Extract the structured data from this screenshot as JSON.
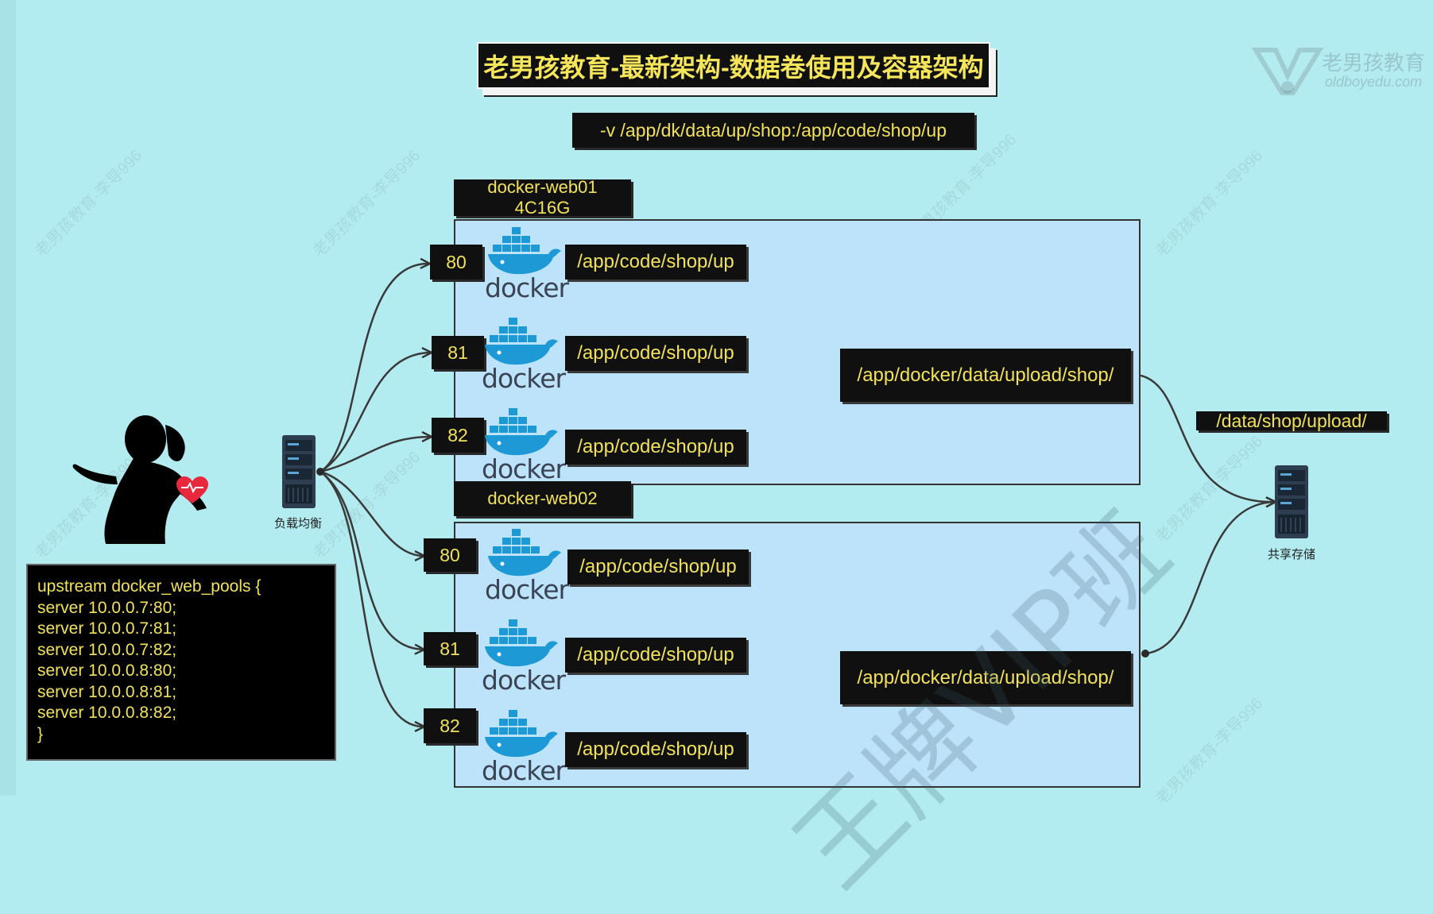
{
  "title": "老男孩教育-最新架构-数据卷使用及容器架构",
  "volume_flag": "-v  /app/dk/data/up/shop:/app/code/shop/up",
  "hosts": [
    {
      "name": "docker-web01",
      "spec": "4C16G",
      "containers": [
        {
          "port": "80",
          "path": "/app/code/shop/up"
        },
        {
          "port": "81",
          "path": "/app/code/shop/up"
        },
        {
          "port": "82",
          "path": "/app/code/shop/up"
        }
      ],
      "shared_dir": "/app/docker/data/upload/shop/"
    },
    {
      "name": "docker-web02",
      "spec": "",
      "containers": [
        {
          "port": "80",
          "path": "/app/code/shop/up"
        },
        {
          "port": "81",
          "path": "/app/code/shop/up"
        },
        {
          "port": "82",
          "path": "/app/code/shop/up"
        }
      ],
      "shared_dir": "/app/docker/data/upload/shop/"
    }
  ],
  "docker_logo_text": "docker",
  "load_balancer_label": "负载均衡",
  "storage_label": "共享存储",
  "storage_dir": "/data/shop/upload/",
  "upstream_lines": [
    "upstream docker_web_pools {",
    "server 10.0.0.7:80;",
    "server 10.0.0.7:81;",
    "server 10.0.0.7:82;",
    "server 10.0.0.8:80;",
    "server 10.0.0.8:81;",
    "server 10.0.0.8:82;",
    "}"
  ],
  "watermark": {
    "big": "王牌VIP班",
    "small": "老男孩教育-李导996",
    "brand_name": "老男孩教育",
    "brand_site": "oldboyedu.com"
  },
  "colors": {
    "background": "#b3ecf0",
    "host_box": "#bde3fa",
    "label_bg": "#101010",
    "label_text": "#f2e25a",
    "docker_blue": "#1d9ad6",
    "heart": "#e8283c"
  }
}
